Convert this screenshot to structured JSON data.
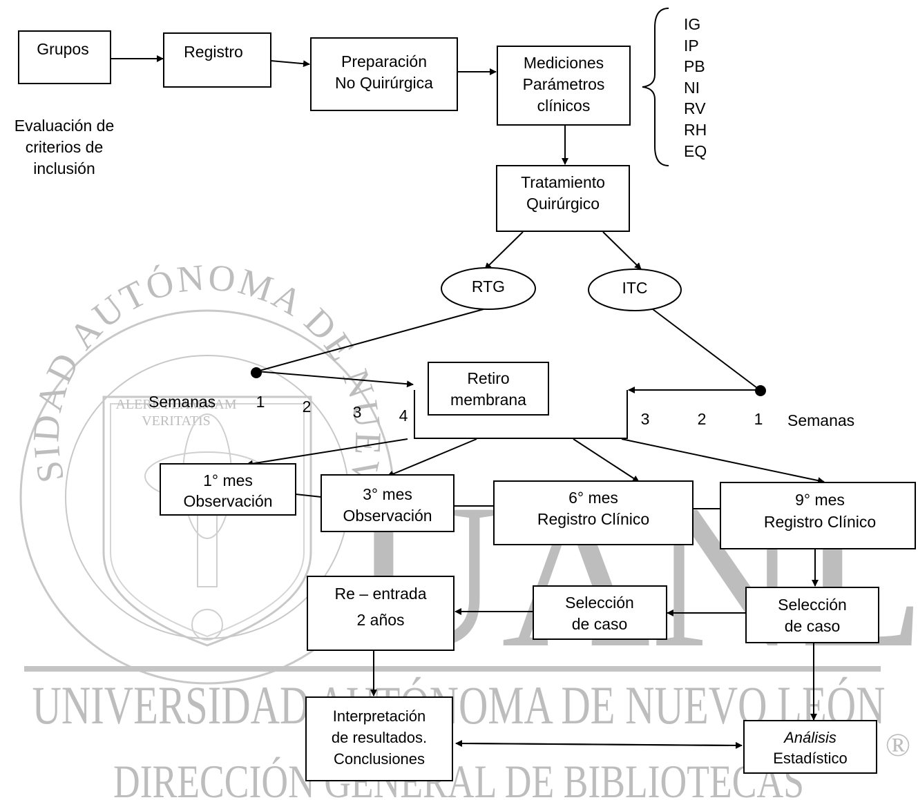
{
  "nodes": {
    "grupos": "Grupos",
    "registro": "Registro",
    "preparacion": [
      "Preparación",
      "No Quirúrgica"
    ],
    "mediciones": [
      "Mediciones",
      "Parámetros",
      "clínicos"
    ],
    "tratamiento": [
      "Tratamiento",
      "Quirúrgico"
    ],
    "rtg": "RTG",
    "itc": "ITC",
    "retiro": [
      "Retiro",
      "membrana"
    ],
    "mes1": [
      "1° mes",
      "Observación"
    ],
    "mes3": [
      "3° mes",
      "Observación"
    ],
    "mes6": [
      "6° mes",
      "Registro Clínico"
    ],
    "mes9": [
      "9° mes",
      "Registro Clínico"
    ],
    "seleccion_right": [
      "Selección",
      "de caso"
    ],
    "seleccion_mid": [
      "Selección",
      "de caso"
    ],
    "reentrada": [
      "Re – entrada",
      "2 años"
    ],
    "interpretacion": [
      "Interpretación",
      "de resultados.",
      "Conclusiones"
    ],
    "analisis": [
      "Análisis",
      "Estadístico"
    ]
  },
  "evaluacion": [
    "Evaluación de",
    "criterios de",
    "inclusión"
  ],
  "parametros": [
    "IG",
    "IP",
    "PB",
    "NI",
    "RV",
    "RH",
    "EQ"
  ],
  "weeks_left": {
    "label": "Semanas",
    "numbers": [
      "1",
      "2",
      "3",
      "4"
    ]
  },
  "weeks_right": {
    "label": "Semanas",
    "numbers": [
      "3",
      "2",
      "1"
    ]
  },
  "watermark": {
    "arc_text": "UNIVERSIDAD AUTÓNOMA DE NUEVO LEÓN",
    "seal_motto": [
      "ALERE FLAMMAM",
      "VERITATIS"
    ],
    "big_letters": "UANL",
    "line1": "UNIVERSIDAD AUTÓNOMA DE NUEVO LEÓN",
    "line2": "DIRECCIÓN GENERAL DE BIBLIOTECAS",
    "registered": "®"
  }
}
